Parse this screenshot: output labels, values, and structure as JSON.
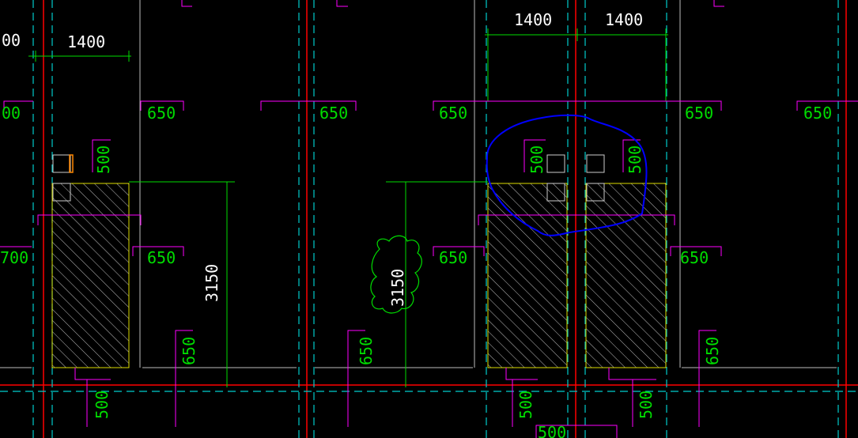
{
  "colors": {
    "background": "#000000",
    "dimension_text": "#00ff00",
    "dimension_text_white": "#ffffff",
    "dimension_bracket": "#ff00ff",
    "dimension_line_green": "#00ff00",
    "column_hatch": "#c8c8c8",
    "column_outline": "#ffff00",
    "center_line": "#ff0000",
    "wall_line_cyan": "#00ffff",
    "wall_line_white": "#d0d0d0",
    "revision_cloud_green": "#00ff00",
    "markup_blue": "#0000ff",
    "small_block_orange": "#ff8800"
  },
  "dimensions": {
    "d_top_left": "1400",
    "d_top_mid_a": "1400",
    "d_top_mid_b": "1400",
    "d_left_edge_top": "00",
    "d_left_edge_mid": "00",
    "d_650_1": "650",
    "d_650_2": "650",
    "d_650_3": "650",
    "d_650_4": "650",
    "d_650_5": "650",
    "d_700": "700",
    "d_650_6": "650",
    "d_650_7": "650",
    "d_650_8": "650",
    "d_500_1": "500",
    "d_500_2": "500",
    "d_500_3": "500",
    "d_3150_a": "3150",
    "d_3150_b": "3150",
    "d_650_v1": "650",
    "d_650_v2": "650",
    "d_650_v3": "650",
    "d_500_b1": "500",
    "d_500_b2": "500",
    "d_500_b3": "500",
    "d_500_b4": "500"
  }
}
